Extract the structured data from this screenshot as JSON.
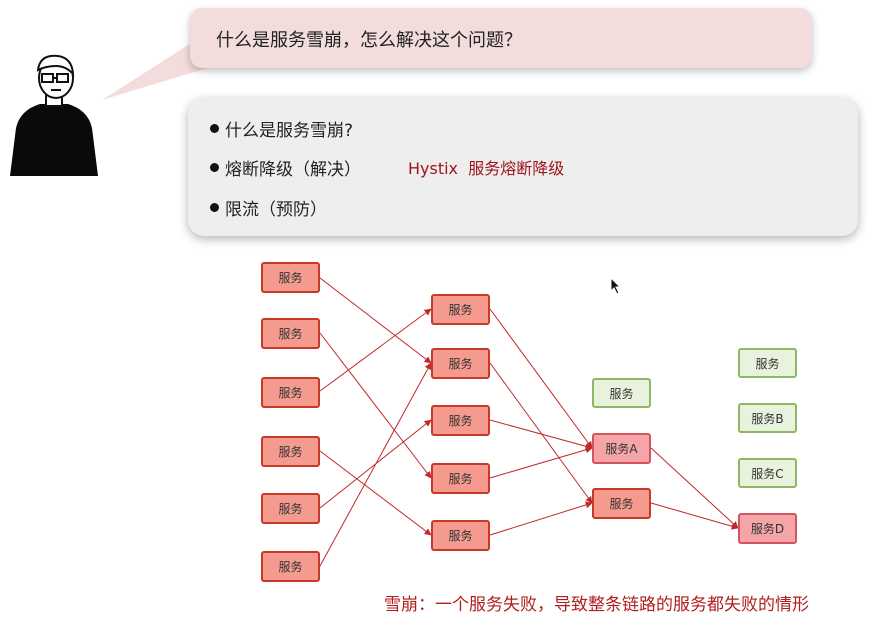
{
  "speech": {
    "text": "什么是服务雪崩，怎么解决这个问题？"
  },
  "panel": {
    "bullets": [
      "什么是服务雪崩?",
      "熔断降级（解决）",
      "限流（预防）"
    ],
    "hystix": "Hystix  服务熔断降级"
  },
  "diagram": {
    "col1": [
      "服务",
      "服务",
      "服务",
      "服务",
      "服务",
      "服务"
    ],
    "col2": [
      "服务",
      "服务",
      "服务",
      "服务",
      "服务"
    ],
    "col3": [
      "服务",
      "服务A",
      "服务"
    ],
    "col4": [
      "服务",
      "服务B",
      "服务C",
      "服务D"
    ]
  },
  "caption": "雪崩：一个服务失败，导致整条链路的服务都失败的情形",
  "colors": {
    "accent_red": "#b01e1e",
    "node_red": "#f59a8e",
    "node_green": "#e8f2dc",
    "node_pink": "#f5a4a8"
  }
}
